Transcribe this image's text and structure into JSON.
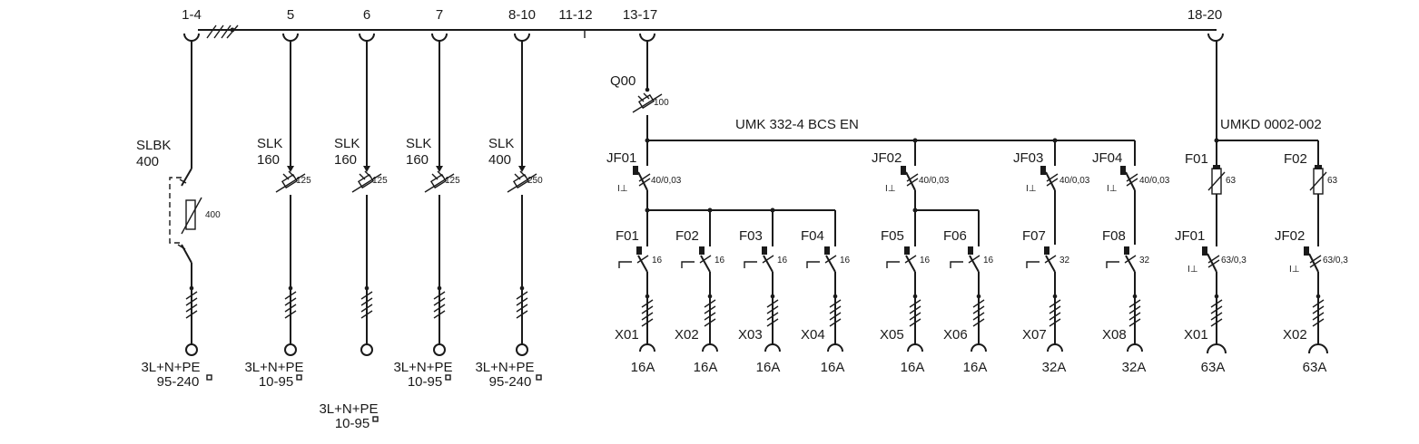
{
  "bus_labels": [
    "1-4",
    "5",
    "6",
    "7",
    "8-10",
    "11-12",
    "13-17",
    "18-20"
  ],
  "feeders": [
    {
      "device": "SLBK",
      "size": "400",
      "rating": "400",
      "cable_line1": "3L+N+PE",
      "cable_line2": "95-240"
    },
    {
      "device": "SLK",
      "size": "160",
      "rating": "125",
      "cable_line1": "3L+N+PE",
      "cable_line2": "10-95"
    },
    {
      "device": "SLK",
      "size": "160",
      "rating": "125",
      "cable_line1": "3L+N+PE",
      "cable_line2": "10-95"
    },
    {
      "device": "SLK",
      "size": "160",
      "rating": "125",
      "cable_line1": "3L+N+PE",
      "cable_line2": "10-95"
    },
    {
      "device": "SLK",
      "size": "400",
      "rating": "250",
      "cable_line1": "3L+N+PE",
      "cable_line2": "95-240"
    }
  ],
  "umk": {
    "name": "UMK 332-4 BCS EN",
    "main_switch": "Q00",
    "main_rating": "100",
    "rcds": [
      {
        "label": "JF01",
        "rating": "40/0,03"
      },
      {
        "label": "JF02",
        "rating": "40/0,03"
      },
      {
        "label": "JF03",
        "rating": "40/0,03"
      },
      {
        "label": "JF04",
        "rating": "40/0,03"
      }
    ],
    "mcbs": [
      {
        "label": "F01",
        "rating": "16",
        "socket": "X01",
        "current": "16A"
      },
      {
        "label": "F02",
        "rating": "16",
        "socket": "X02",
        "current": "16A"
      },
      {
        "label": "F03",
        "rating": "16",
        "socket": "X03",
        "current": "16A"
      },
      {
        "label": "F04",
        "rating": "16",
        "socket": "X04",
        "current": "16A"
      },
      {
        "label": "F05",
        "rating": "16",
        "socket": "X05",
        "current": "16A"
      },
      {
        "label": "F06",
        "rating": "16",
        "socket": "X06",
        "current": "16A"
      },
      {
        "label": "F07",
        "rating": "32",
        "socket": "X07",
        "current": "32A"
      },
      {
        "label": "F08",
        "rating": "32",
        "socket": "X08",
        "current": "32A"
      }
    ]
  },
  "umkd": {
    "name": "UMKD 0002-002",
    "fuses": [
      {
        "label": "F01",
        "rating": "63"
      },
      {
        "label": "F02",
        "rating": "63"
      }
    ],
    "rcds": [
      {
        "label": "JF01",
        "rating": "63/0,3",
        "socket": "X01",
        "current": "63A"
      },
      {
        "label": "JF02",
        "rating": "63/0,3",
        "socket": "X02",
        "current": "63A"
      }
    ]
  }
}
